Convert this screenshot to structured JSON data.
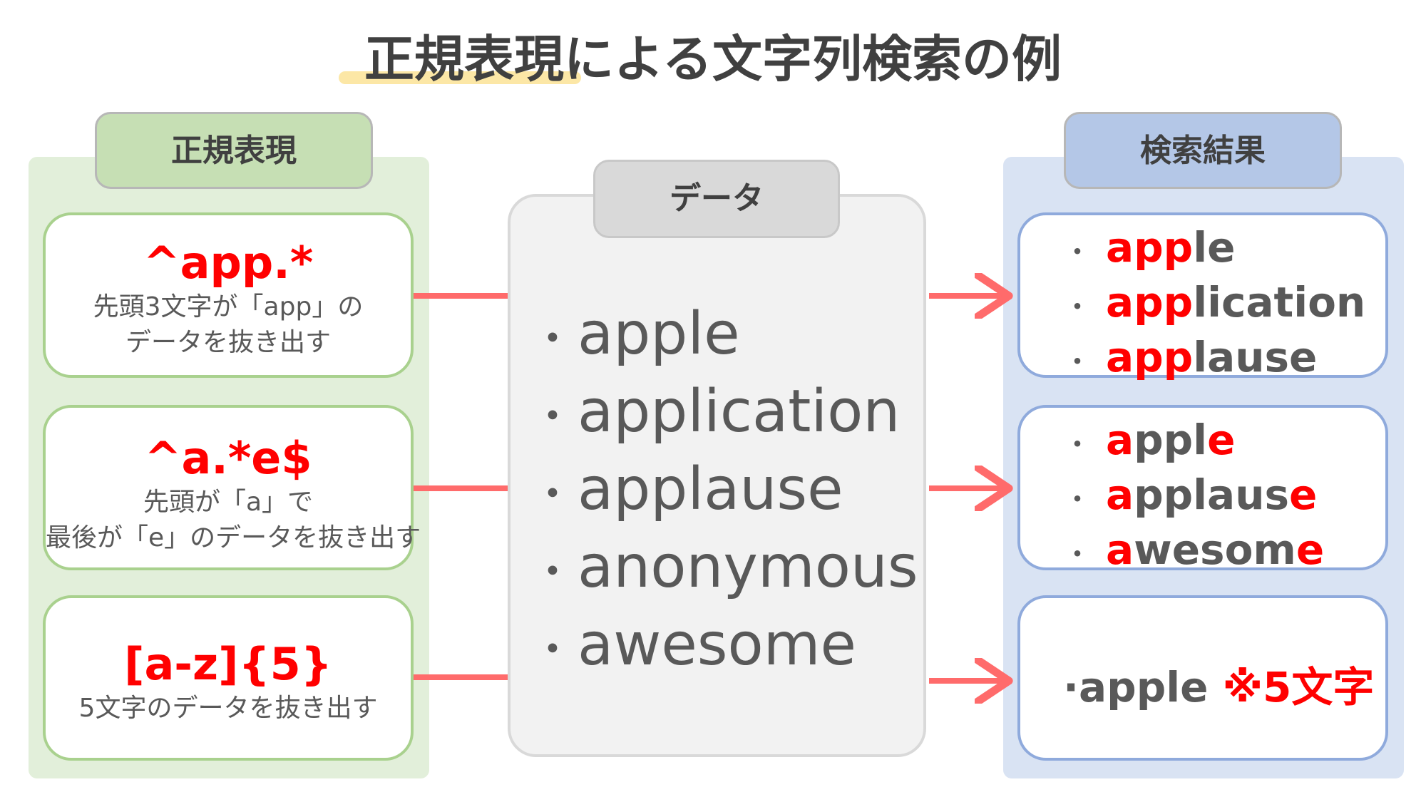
{
  "title": "正規表現による文字列検索の例",
  "headers": {
    "regex": "正規表現",
    "data": "データ",
    "results": "検索結果"
  },
  "data_items": [
    "apple",
    "application",
    "applause",
    "anonymous",
    "awesome"
  ],
  "bullet": "・",
  "regex_cards": [
    {
      "pattern": "^app.*",
      "desc_line1": "先頭3文字が「app」の",
      "desc_line2": "データを抜き出す"
    },
    {
      "pattern": "^a.*e$",
      "desc_line1": "先頭が「a」で",
      "desc_line2": "最後が「e」のデータを抜き出す"
    },
    {
      "pattern": "[a-z]{5}",
      "desc_line1": "5文字のデータを抜き出す"
    }
  ],
  "results": {
    "r1": [
      {
        "hl": "app",
        "rest": "le"
      },
      {
        "hl": "app",
        "rest": "lication"
      },
      {
        "hl": "app",
        "rest": "lause"
      }
    ],
    "r2": [
      {
        "hl1": "a",
        "mid": "ppl",
        "hl2": "e"
      },
      {
        "hl1": "a",
        "mid": "pplaus",
        "hl2": "e"
      },
      {
        "hl1": "a",
        "mid": "wesom",
        "hl2": "e"
      }
    ],
    "r3": {
      "word": "·apple ",
      "note": "※5文字"
    }
  },
  "colors": {
    "highlight": "#ff0000",
    "arrow": "#ff6b6b",
    "left_panel": "#e2efda",
    "right_panel": "#d9e3f3"
  }
}
